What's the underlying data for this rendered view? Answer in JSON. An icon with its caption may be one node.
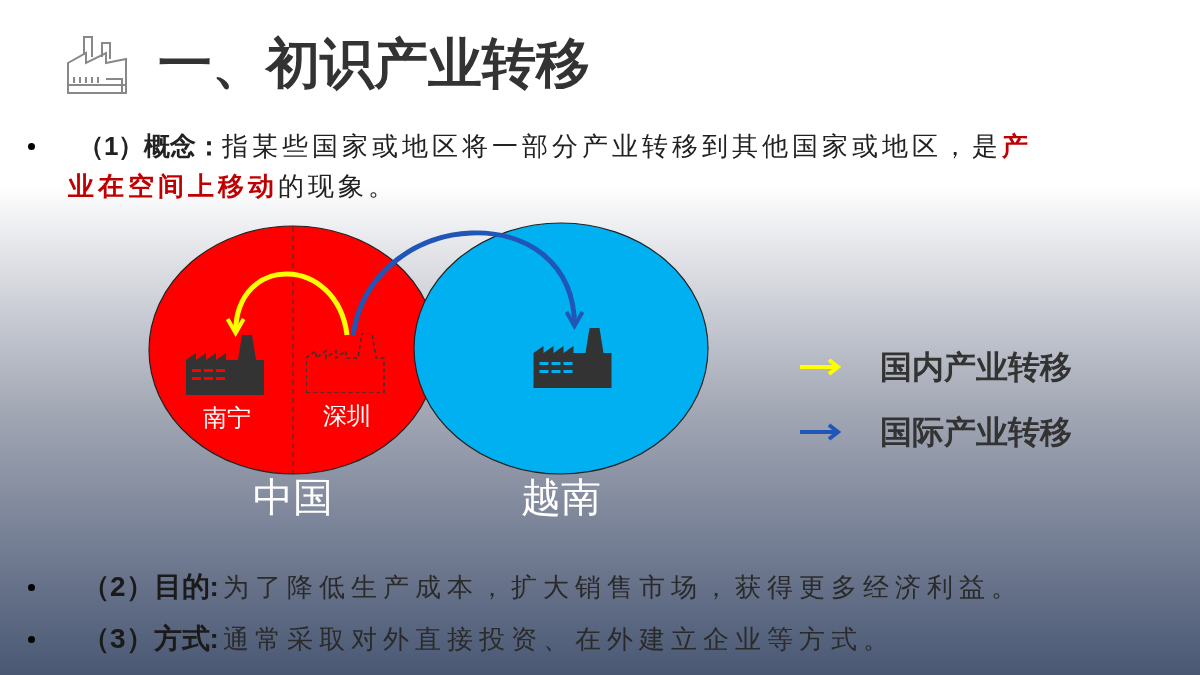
{
  "diagram": {
    "title": "一、初识产业转移",
    "nodes": [
      {
        "text": [
          "中国"
        ]
      },
      {
        "text": [
          "越南"
        ]
      },
      {
        "text": [
          "南宁"
        ],
        "in": 0
      },
      {
        "text": [
          "深圳"
        ],
        "in": 0
      },
      {
        "text": [],
        "shape": "factory",
        "in": 1
      }
    ],
    "edges": [
      {
        "from": 3,
        "to": 2,
        "arrow": "to",
        "color": "#ffff00"
      },
      {
        "from": 3,
        "to": 4,
        "arrow": "to",
        "color": "#1f56b8"
      }
    ],
    "labels": [
      "（1）概念：",
      "指某些国家或地区将一部分产业转移到其他国家或地区，是**产业在空间上移动**的现象。",
      "（2）目的:",
      "为了降低生产成本，扩大销售市场，获得更多经济利益。",
      "（3）方式:",
      "通常采取对外直接投资、在外建立企业等方式。"
    ],
    "legend": [
      {
        "text": "国内产业转移"
      },
      {
        "text": "国际产业转移"
      }
    ]
  }
}
